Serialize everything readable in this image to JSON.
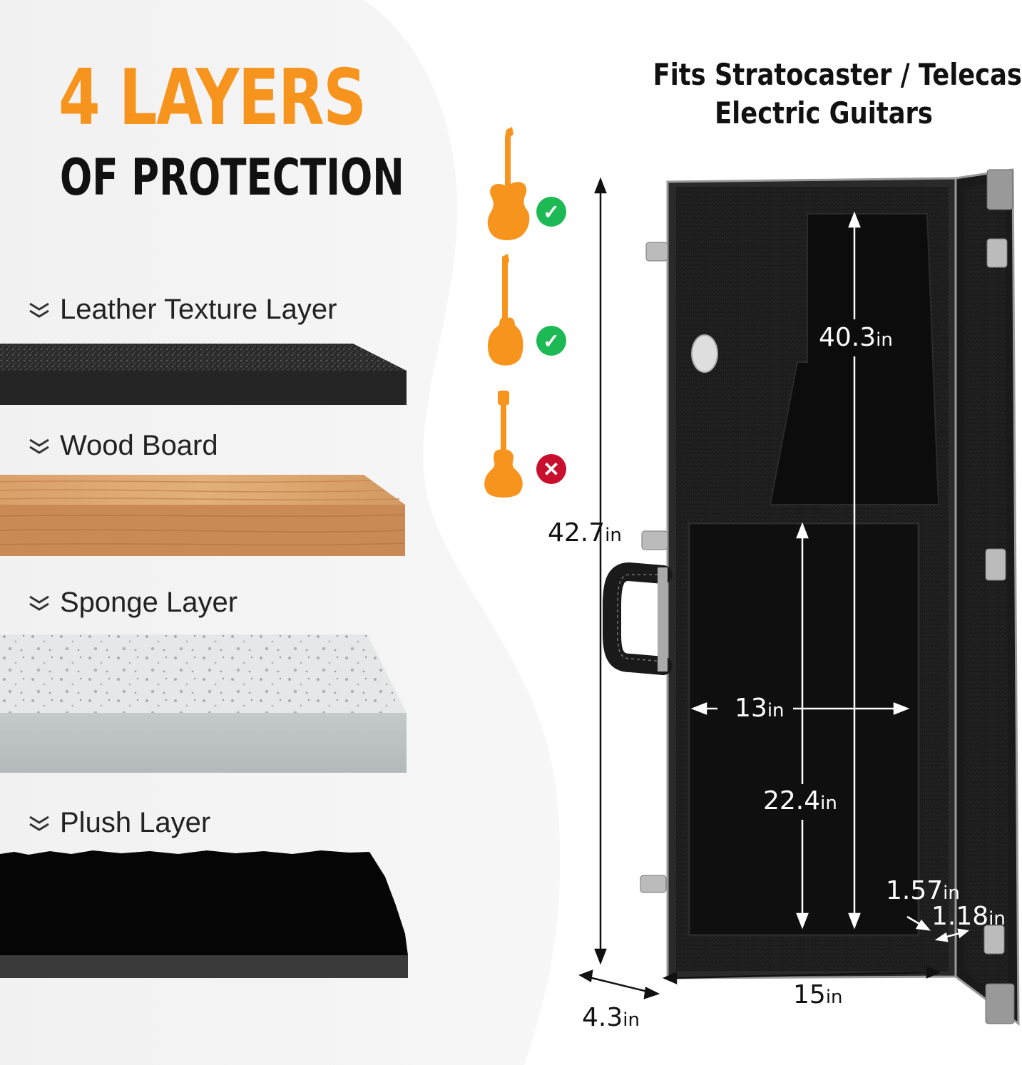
{
  "heading": {
    "big": "4 LAYERS",
    "sub": "OF PROTECTION"
  },
  "layers": [
    {
      "label": "Leather Texture Layer"
    },
    {
      "label": "Wood Board"
    },
    {
      "label": "Sponge Layer"
    },
    {
      "label": "Plush Layer"
    }
  ],
  "fits": {
    "line1": "Fits Stratocaster / Telecaster",
    "line2": "Electric Guitars"
  },
  "guitars": [
    {
      "icon": "stratocaster-guitar-icon",
      "status": "compatible-check-icon"
    },
    {
      "icon": "telecaster-guitar-icon",
      "status": "compatible-check-icon"
    },
    {
      "icon": "les-paul-guitar-icon",
      "status": "incompatible-x-icon"
    }
  ],
  "dimensions": {
    "total_length": {
      "value": "42.7",
      "unit": "in"
    },
    "neck_length": {
      "value": "40.3",
      "unit": "in"
    },
    "body_width": {
      "value": "13",
      "unit": "in"
    },
    "body_length": {
      "value": "22.4",
      "unit": "in"
    },
    "wall_1": {
      "value": "1.57",
      "unit": "in"
    },
    "wall_2": {
      "value": "1.18",
      "unit": "in"
    },
    "case_width": {
      "value": "15",
      "unit": "in"
    },
    "case_depth": {
      "value": "4.3",
      "unit": "in"
    }
  },
  "colors": {
    "accent": "#f7941d",
    "check": "#1db954",
    "cross": "#c8102e"
  }
}
